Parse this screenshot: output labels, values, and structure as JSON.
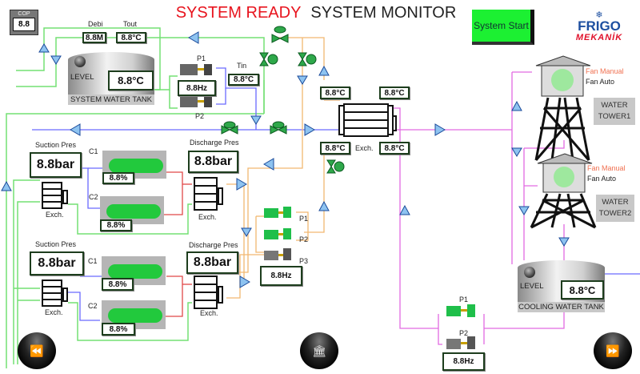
{
  "header": {
    "title_status": "SYSTEM READY",
    "title_overlay": "SYSTEM MONITOR",
    "start_button": "System Start",
    "logo": {
      "line1": "FRIGO",
      "line2": "MEKANİK"
    }
  },
  "cop": {
    "label": "COP",
    "value": "8.8"
  },
  "system_loop": {
    "debi_label": "Debi",
    "debi_value": "8.8M",
    "tout_label": "Tout",
    "tout_value": "8.8°C",
    "tin_label": "Tin",
    "tin_value": "8.8°C",
    "pump_p1": "P1",
    "pump_p2": "P2",
    "pump_freq": "8.8Hz"
  },
  "system_tank": {
    "level_label": "LEVEL",
    "temperature": "8.8°C",
    "name": "SYSTEM WATER TANK"
  },
  "chillers": [
    {
      "suction_label": "Suction Pres",
      "suction_value": "8.8bar",
      "discharge_label": "Discharge Pres",
      "discharge_value": "8.8bar",
      "evap_label": "Exch.",
      "cond_label": "Exch.",
      "compressors": [
        {
          "name": "C1",
          "load": "8.8%"
        },
        {
          "name": "C2",
          "load": "8.8%"
        }
      ]
    },
    {
      "suction_label": "Suction Pres",
      "suction_value": "8.8bar",
      "discharge_label": "Discharge Pres",
      "discharge_value": "8.8bar",
      "evap_label": "Exch.",
      "cond_label": "Exch.",
      "compressors": [
        {
          "name": "C1",
          "load": "8.8%"
        },
        {
          "name": "C2",
          "load": "8.8%"
        }
      ]
    }
  ],
  "condenser_pumps": {
    "p1": "P1",
    "p2": "P2",
    "p3": "P3",
    "freq": "8.8Hz"
  },
  "main_exchanger": {
    "label": "Exch.",
    "t_in_left": "8.8°C",
    "t_in_right": "8.8°C",
    "t_out_left": "8.8°C",
    "t_out_right": "8.8°C"
  },
  "towers": [
    {
      "name_line1": "WATER",
      "name_line2": "TOWER1",
      "fan_manual": "Fan Manual",
      "fan_auto": "Fan Auto"
    },
    {
      "name_line1": "WATER",
      "name_line2": "TOWER2",
      "fan_manual": "Fan Manual",
      "fan_auto": "Fan Auto"
    }
  ],
  "cooling_tank": {
    "level_label": "LEVEL",
    "temperature": "8.8°C",
    "name": "COOLING WATER TANK"
  },
  "cooling_pumps": {
    "p1": "P1",
    "p2": "P2",
    "freq": "8.8Hz"
  },
  "nav": {
    "back_icon": "rewind-icon",
    "home_icon": "home-building-icon",
    "forward_icon": "fast-forward-icon"
  },
  "colors": {
    "status_red": "#e8141e",
    "start_green": "#1cf032",
    "pipe_green": "#74e074",
    "pipe_blue": "#6a6aff",
    "pipe_orange": "#f2b870",
    "pipe_magenta": "#e26ae2",
    "pipe_red": "#e04848",
    "arrow_blue": "#8ec3f0"
  }
}
